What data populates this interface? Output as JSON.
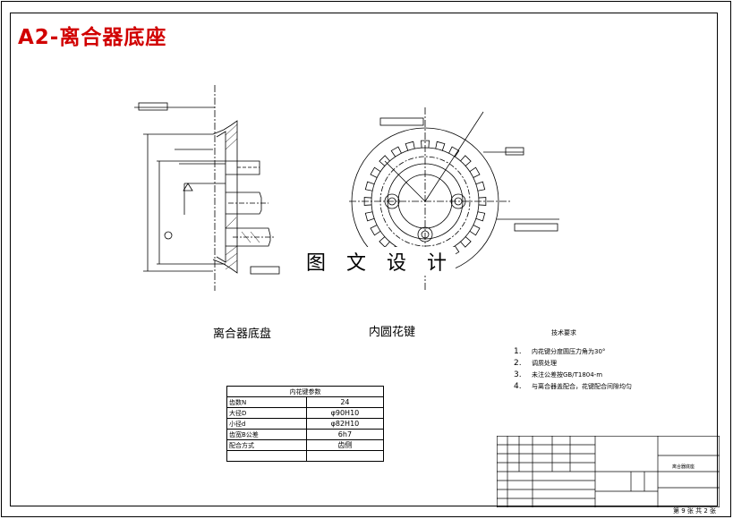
{
  "title": "A2-离合器底座",
  "captions": {
    "left_view": "离合器底盘",
    "right_view": "内圆花键"
  },
  "watermark": "图 文 设 计",
  "notes": {
    "title": "技术要求",
    "items": [
      {
        "n": "1.",
        "text": "内花键分度圆压力角为30°"
      },
      {
        "n": "2.",
        "text": "调质处理"
      },
      {
        "n": "3.",
        "text": "未注公差按GB/T1804-m"
      },
      {
        "n": "4.",
        "text": "与离合器盖配合，花键配合间隙均匀"
      }
    ]
  },
  "params_table": {
    "title": "内花键参数",
    "rows": [
      {
        "label": "齿数N",
        "value": "24"
      },
      {
        "label": "大径D",
        "value": "φ90H10"
      },
      {
        "label": "小径d",
        "value": "φ82H10"
      },
      {
        "label": "齿宽B公差",
        "value": "6h7"
      },
      {
        "label": "配合方式",
        "value": "齿侧"
      },
      {
        "label": "",
        "value": ""
      }
    ]
  },
  "title_block": {
    "part_name": "离合器底座"
  },
  "page_number": "第 9 张  共 2 张",
  "colors": {
    "title": "#d10000",
    "line": "#000000"
  }
}
